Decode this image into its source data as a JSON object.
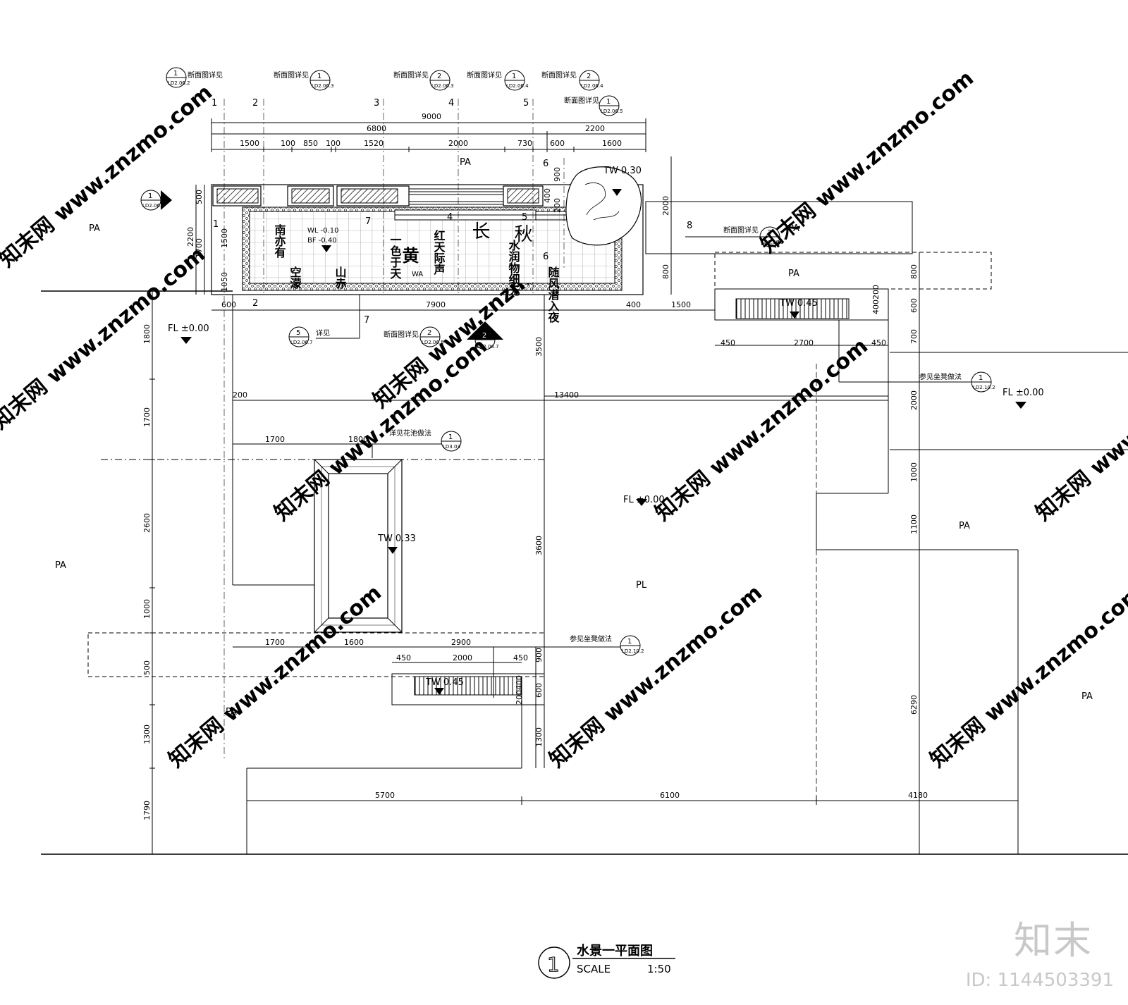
{
  "drawing": {
    "title": "水景一平面图",
    "scale_label": "SCALE",
    "scale_value": "1:50",
    "callout_number": "1"
  },
  "watermark": {
    "site": "知末网 www.znzmo.com",
    "brand": "知末",
    "id": "ID: 1144503391"
  },
  "section_refs": [
    {
      "num": "1",
      "sheet": "LD2.06.2",
      "note": "断面图详见",
      "axis": "1"
    },
    {
      "num": "1",
      "sheet": "LD2.06.3",
      "note": "断面图详见",
      "axis": "2"
    },
    {
      "num": "2",
      "sheet": "LD2.06.3",
      "note": "断面图详见",
      "axis": "3"
    },
    {
      "num": "1",
      "sheet": "LD2.06.4",
      "note": "断面图详见",
      "axis": "4"
    },
    {
      "num": "2",
      "sheet": "LD2.06.4",
      "note": "断面图详见",
      "axis": "5"
    },
    {
      "num": "1",
      "sheet": "LD2.06.5",
      "note": "断面图详见",
      "axis": "6"
    },
    {
      "num": "3",
      "sheet": "LD2.06.5",
      "note": "断面图详见",
      "axis": "8"
    },
    {
      "num": "2",
      "sheet": "LD2.06.5",
      "note": "断面图详见",
      "axis": "7"
    },
    {
      "num": "5",
      "sheet": "LD2.06.7",
      "note": "详见",
      "axis": ""
    }
  ],
  "elevation_marks": {
    "left": {
      "num": "1",
      "sheet": "LD2.06.7"
    },
    "bottom": {
      "num": "2",
      "sheet": "LD2.06.7"
    }
  },
  "detail_refs": {
    "bench_top": {
      "num": "1",
      "sheet": "LD2.10.2",
      "note": "参见坐凳做法"
    },
    "bench_bottom": {
      "num": "1",
      "sheet": "LD2.10.2",
      "note": "参见坐凳做法"
    },
    "planter": {
      "num": "1",
      "sheet": "LD3.03",
      "note": "洋见花池做法"
    }
  },
  "levels": {
    "tw030": "TW 0.30",
    "wl": "WL -0.10",
    "bf": "BF -0.40",
    "wa": "WA",
    "tw045_top": "TW 0.45",
    "tw033": "TW 0.33",
    "tw045_bottom": "TW 0.45",
    "fl_left": "FL ±0.00",
    "fl_right": "FL ±0.00",
    "fl_center": "FL ±0.00"
  },
  "zones": {
    "pa_top_left": "PA",
    "pa_top_mid": "PA",
    "pa_right_a": "PA",
    "pa_right_b": "PA",
    "pa_left": "PA",
    "pa_right_mid": "PA",
    "pa_right_low": "PA",
    "pa_bottom_left": "PA",
    "pl_center": "PL"
  },
  "axis_labels": {
    "a1": "1",
    "a2": "2",
    "a3": "3",
    "a4": "4",
    "a5": "5",
    "a6": "6",
    "a1b": "1",
    "a2b": "2",
    "a7": "7",
    "a7b": "7",
    "a4b": "4",
    "a5b": "5",
    "a6b": "6",
    "a8": "8",
    "a6c": "6"
  },
  "dims": {
    "d9000": "9000",
    "d6800": "6800",
    "d2200": "2200",
    "d1500": "1500",
    "d100a": "100",
    "d850": "850",
    "d100b": "100",
    "d1520": "1520",
    "d2000": "2000",
    "d730": "730",
    "d600": "600",
    "d1600": "1600",
    "v500": "500",
    "v2200": "2200",
    "v1700": "1700",
    "v1500": "1500",
    "v1050": "1050",
    "v900": "900",
    "v400": "400",
    "v200": "200",
    "v2000": "2000",
    "v800": "800",
    "h600": "600",
    "h7900": "7900",
    "h400": "400",
    "h1500": "1500",
    "h450a": "450",
    "h2700": "2700",
    "h450b": "450",
    "r800": "800",
    "r600": "600",
    "r400200": "400200",
    "r700": "700",
    "r2000": "2000",
    "r1000": "1000",
    "r1100": "1100",
    "r6290": "6290",
    "l1800": "1800",
    "l1700": "1700",
    "l2600": "2600",
    "l1000": "1000",
    "l500": "500",
    "l1300": "1300",
    "l1790": "1790",
    "c3500": "3500",
    "c3600": "3600",
    "c1300": "1300",
    "h200": "200",
    "h13400": "13400",
    "p1700": "1700",
    "p1800": "1800",
    "b1700": "1700",
    "b1600": "1600",
    "b2900": "2900",
    "b450a": "450",
    "b2000": "2000",
    "b450b": "450",
    "b900": "900",
    "b600": "600",
    "b200400": "200400",
    "f5700": "5700",
    "f6100": "6100",
    "f4180": "4180"
  },
  "poem_columns": [
    "随风潜入夜",
    "水润物细无",
    "秋",
    "长",
    "红天际声",
    "一色于天",
    "黄",
    "山赤",
    "南亦有",
    "空濛"
  ]
}
